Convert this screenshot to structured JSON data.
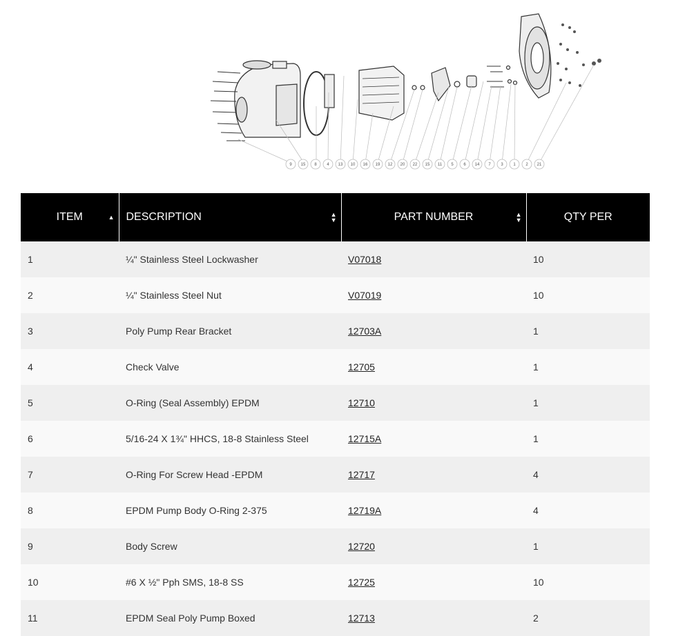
{
  "diagram": {
    "callouts": [
      "9",
      "15",
      "8",
      "4",
      "13",
      "10",
      "16",
      "19",
      "12",
      "20",
      "22",
      "15",
      "11",
      "5",
      "6",
      "14",
      "7",
      "3",
      "1",
      "2",
      "21"
    ]
  },
  "table": {
    "headers": {
      "item": "ITEM",
      "description": "DESCRIPTION",
      "part_number": "PART NUMBER",
      "qty": "QTY PER"
    },
    "rows": [
      {
        "item": "1",
        "description": "¼\" Stainless Steel Lockwasher",
        "part_number": "V07018",
        "qty": "10"
      },
      {
        "item": "2",
        "description": "¼\" Stainless Steel Nut",
        "part_number": "V07019",
        "qty": "10"
      },
      {
        "item": "3",
        "description": "Poly Pump Rear Bracket",
        "part_number": "12703A",
        "qty": "1"
      },
      {
        "item": "4",
        "description": "Check Valve",
        "part_number": "12705",
        "qty": "1"
      },
      {
        "item": "5",
        "description": "O-Ring (Seal Assembly) EPDM",
        "part_number": "12710",
        "qty": "1"
      },
      {
        "item": "6",
        "description": "5/16-24 X 1¾\" HHCS, 18-8 Stainless Steel",
        "part_number": "12715A",
        "qty": "1"
      },
      {
        "item": "7",
        "description": "O-Ring For Screw Head -EPDM",
        "part_number": "12717",
        "qty": "4"
      },
      {
        "item": "8",
        "description": "EPDM Pump Body O-Ring 2-375",
        "part_number": "12719A",
        "qty": "4"
      },
      {
        "item": "9",
        "description": "Body Screw",
        "part_number": "12720",
        "qty": "1"
      },
      {
        "item": "10",
        "description": "#6 X ½\" Pph SMS, 18-8 SS",
        "part_number": "12725",
        "qty": "10"
      },
      {
        "item": "11",
        "description": "EPDM Seal Poly Pump Boxed",
        "part_number": "12713",
        "qty": "2"
      }
    ]
  }
}
